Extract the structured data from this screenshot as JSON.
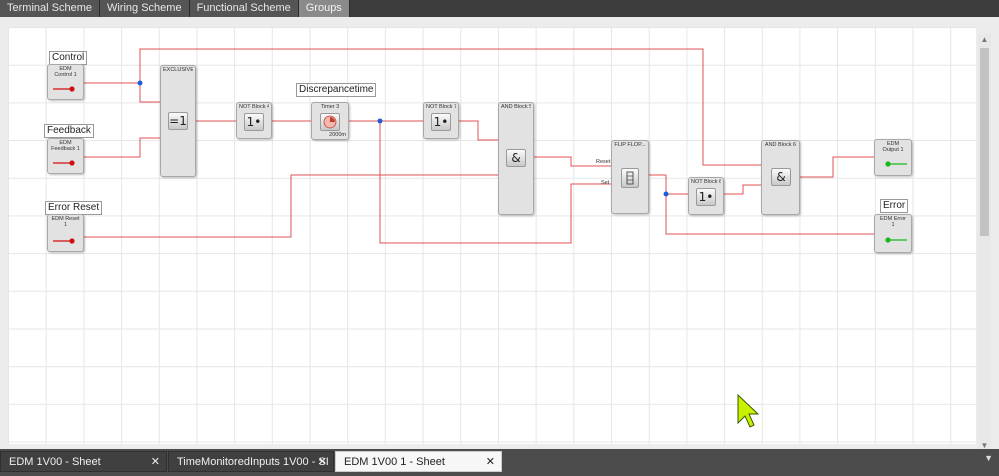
{
  "top_tabs": [
    "Terminal Scheme",
    "Wiring Scheme",
    "Functional Scheme",
    "Groups"
  ],
  "blocks": {
    "edm_control": {
      "title": "EDM",
      "sub": "Control",
      "num": "1",
      "label": "Control"
    },
    "edm_feedback": {
      "title": "EDM",
      "sub": "Feedback",
      "num": "1",
      "label": "Feedback"
    },
    "edm_reset": {
      "title": "EDM Reset",
      "num": "1",
      "label": "Error Reset"
    },
    "xor": {
      "title": "EXCLUSIVE...",
      "symbol": "=1"
    },
    "not4": {
      "title": "NOT Block 4",
      "symbol": "1•"
    },
    "timer": {
      "title": "Timer 3",
      "label": "Discrepancetime",
      "value": "2000m"
    },
    "not7": {
      "title": "NOT Block 7",
      "symbol": "1•"
    },
    "and5": {
      "title": "AND Block 5",
      "symbol": "&"
    },
    "flipflop": {
      "title": "FLIP FLOP...",
      "reset": "Reset",
      "set": "Set"
    },
    "not6": {
      "title": "NOT Block 6",
      "symbol": "1•"
    },
    "and6": {
      "title": "AND Block 6",
      "symbol": "&"
    },
    "edm_output": {
      "title": "EDM",
      "sub": "Output",
      "num": "1"
    },
    "edm_error": {
      "title": "EDM Error",
      "num": "1",
      "label": "Error"
    }
  },
  "doc_tabs": [
    {
      "label": "EDM 1V00 - Sheet",
      "close": "✕"
    },
    {
      "label": "TimeMonitoredInputs 1V00 - SI",
      "close": "✕"
    },
    {
      "label": "EDM 1V00 1 - Sheet",
      "close": "✕",
      "active": true
    }
  ],
  "doc_menu": "▼",
  "colors": {
    "wire": "#e05050",
    "junction": "#1f5fd6",
    "input_led": "#d01010",
    "output_led": "#18b818"
  }
}
